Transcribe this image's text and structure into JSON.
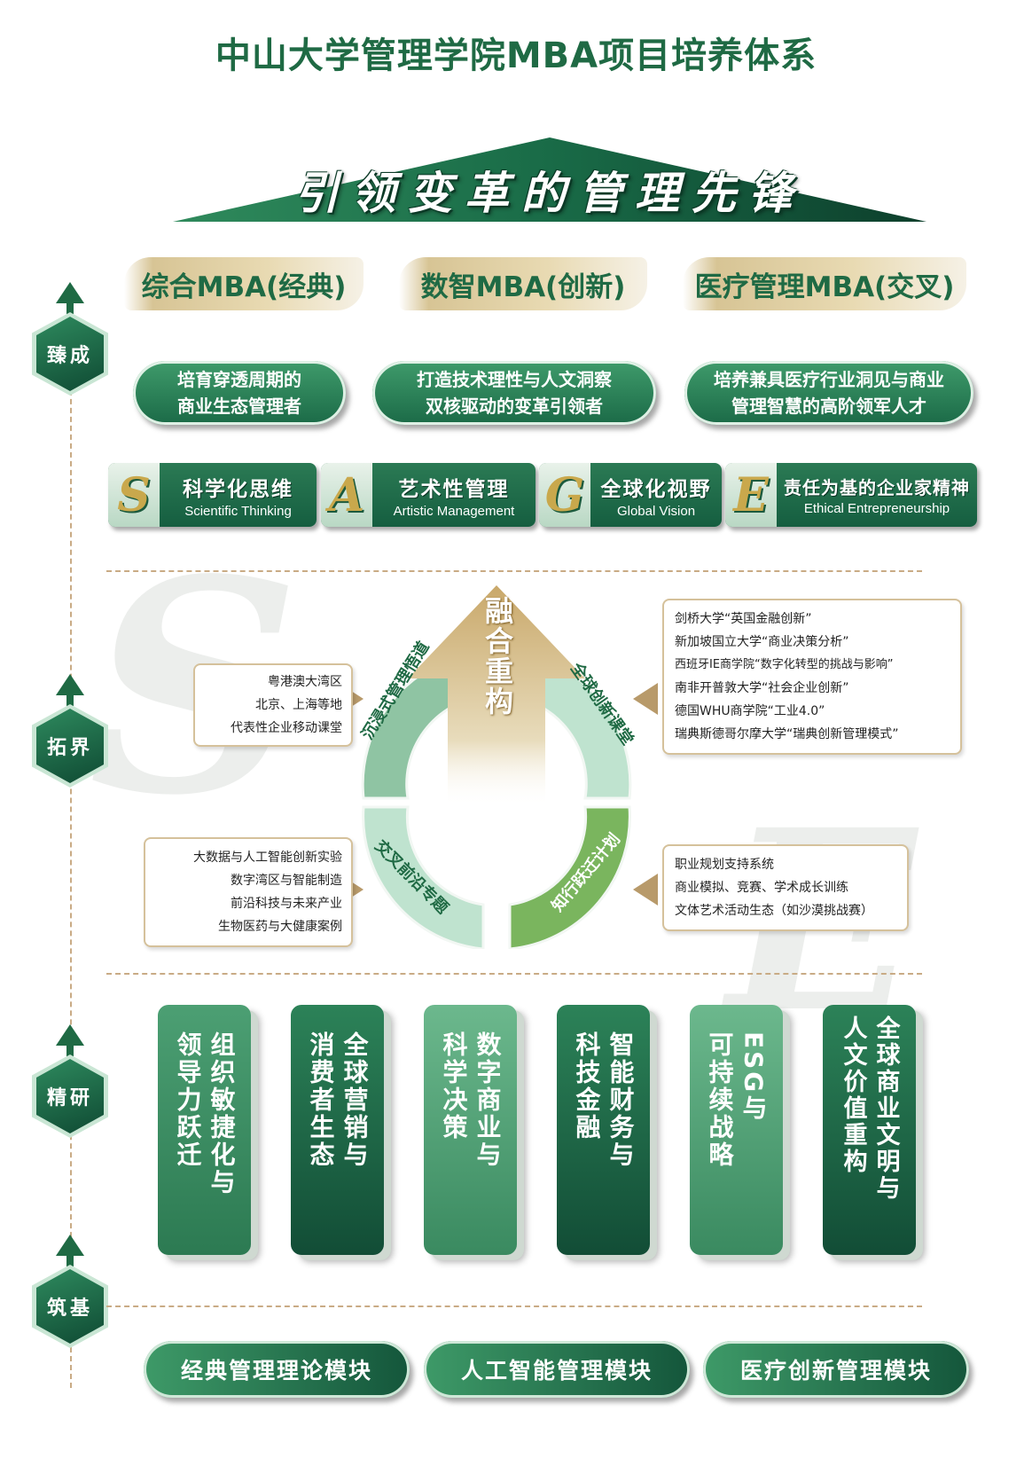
{
  "title": "中山大学管理学院MBA项目培养体系",
  "slogan": "引领变革的管理先锋",
  "axis": {
    "levels": [
      "臻成",
      "拓界",
      "精研",
      "筑基"
    ]
  },
  "programs": [
    {
      "name": "综合MBA(经典)",
      "goal_line1": "培育穿透周期的",
      "goal_line2": "商业生态管理者"
    },
    {
      "name": "数智MBA(创新)",
      "goal_line1": "打造技术理性与人文洞察",
      "goal_line2": "双核驱动的变革引领者"
    },
    {
      "name": "医疗管理MBA(交叉)",
      "goal_line1": "培养兼具医疗行业洞见与商业",
      "goal_line2": "管理智慧的高阶领军人才"
    }
  ],
  "sage": [
    {
      "letter": "S",
      "cn": "科学化思维",
      "en": "Scientific Thinking"
    },
    {
      "letter": "A",
      "cn": "艺术性管理",
      "en": "Artistic Management"
    },
    {
      "letter": "G",
      "cn": "全球化视野",
      "en": "Global Vision"
    },
    {
      "letter": "E",
      "cn": "责任为基的企业家精神",
      "en": "Ethical Entrepreneurship"
    }
  ],
  "cycle": {
    "center": "融合重构",
    "segments": [
      "沉浸式管理悟道",
      "全球创新课堂",
      "知行跃迁计划",
      "交叉前沿专题"
    ]
  },
  "boxes": {
    "top_left": [
      "粤港澳大湾区",
      "北京、上海等地",
      "代表性企业移动课堂"
    ],
    "top_right": [
      "剑桥大学“英国金融创新”",
      "新加坡国立大学“商业决策分析”",
      "西班牙IE商学院“数字化转型的挑战与影响”",
      "南非开普敦大学“社会企业创新”",
      "德国WHU商学院“工业4.0”",
      "瑞典斯德哥尔摩大学“瑞典创新管理模式”"
    ],
    "bottom_left": [
      "大数据与人工智能创新实验",
      "数字湾区与智能制造",
      "前沿科技与未来产业",
      "生物医药与大健康案例"
    ],
    "bottom_right": [
      "职业规划支持系统",
      "商业模拟、竞赛、学术成长训练",
      "文体艺术活动生态（如沙漠挑战赛）"
    ]
  },
  "columns": [
    {
      "line1": "组织敏捷化与",
      "line2": "领导力跃迁"
    },
    {
      "line1": "全球营销与",
      "line2": "消费者生态"
    },
    {
      "line1": "数字商业与",
      "line2": "科学决策"
    },
    {
      "line1": "智能财务与",
      "line2": "科技金融"
    },
    {
      "line1": "ESG与",
      "line2": "可持续战略"
    },
    {
      "line1": "全球商业文明与",
      "line2": "人文价值重构"
    }
  ],
  "foundation": [
    "经典管理理论模块",
    "人工智能管理模块",
    "医疗创新管理模块"
  ],
  "colors": {
    "primary": "#1f6a44",
    "gold": "#c9a84c",
    "light_green": "#c9e6d4"
  }
}
